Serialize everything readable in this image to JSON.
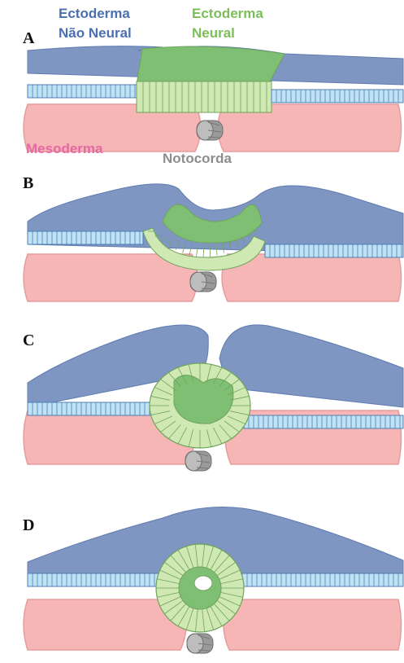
{
  "labels": {
    "non_neural_ectoderm": [
      "Ectoderma",
      "Não Neural"
    ],
    "neural_ectoderm": [
      "Ectoderma",
      "Neural"
    ],
    "mesoderm": "Mesoderma",
    "notochord": "Notocorda"
  },
  "panels": [
    "A",
    "B",
    "C",
    "D"
  ],
  "colors": {
    "non_neural_ectoderm": "#7f95c2",
    "non_neural_cells": "#bfe2f4",
    "neural_ectoderm": "#7fbf74",
    "neural_cells": "#cfe8b4",
    "mesoderm": "#f6b6b6",
    "notochord": "#9a9a9a"
  }
}
